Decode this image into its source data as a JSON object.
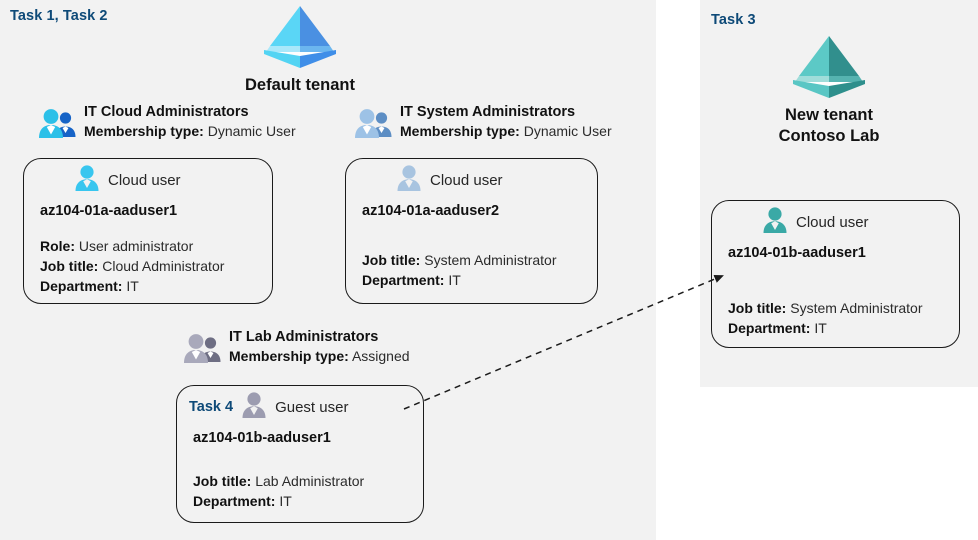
{
  "colors": {
    "panel_bg": "#f2f2f2",
    "page_bg": "#ffffff",
    "task_label": "#0e4a78",
    "card_border": "#1b1b1b",
    "tenant_blue_light": "#54d7f5",
    "tenant_blue_dark": "#3e8ee8",
    "tenant_teal_light": "#59c6c4",
    "tenant_teal_dark": "#2e8f8c",
    "group_cyan": "#2cc0e8",
    "group_blue": "#1663c7",
    "group_lightblue": "#9dc2e6",
    "group_steel": "#5d8ec4",
    "group_gray": "#a9a9bb",
    "group_gray_dark": "#6e6e83",
    "user_cyan": "#38c6ef",
    "user_lightblue": "#a8c4e0",
    "user_gray": "#9c9cb0",
    "user_teal": "#3aa9a6"
  },
  "left_panel": {
    "task_label": "Task 1, Task 2",
    "tenant": {
      "icon": "azure-ad-tenant-icon",
      "name": "Default tenant"
    },
    "groups": [
      {
        "icon": "user-group-icon",
        "name": "IT Cloud Administrators",
        "meta_label": "Membership type:",
        "meta_value": "Dynamic User",
        "card": {
          "user_icon": "cloud-user-icon",
          "user_type": "Cloud user",
          "user_name": "az104-01a-aaduser1",
          "props": [
            {
              "label": "Role:",
              "value": "User administrator"
            },
            {
              "label": "Job title:",
              "value": "Cloud Administrator"
            },
            {
              "label": "Department:",
              "value": "IT"
            }
          ]
        }
      },
      {
        "icon": "user-group-icon",
        "name": "IT System Administrators",
        "meta_label": "Membership type:",
        "meta_value": "Dynamic User",
        "card": {
          "user_icon": "cloud-user-icon",
          "user_type": "Cloud user",
          "user_name": "az104-01a-aaduser2",
          "props": [
            {
              "label": "Job title:",
              "value": "System Administrator"
            },
            {
              "label": "Department:",
              "value": "IT"
            }
          ]
        }
      },
      {
        "icon": "user-group-icon",
        "name": "IT Lab Administrators",
        "meta_label": "Membership type:",
        "meta_value": "Assigned",
        "card": {
          "task_label": "Task 4",
          "user_icon": "guest-user-icon",
          "user_type": "Guest user",
          "user_name": "az104-01b-aaduser1",
          "props": [
            {
              "label": "Job title:",
              "value": "Lab Administrator"
            },
            {
              "label": "Department:",
              "value": "IT"
            }
          ]
        }
      }
    ]
  },
  "right_panel": {
    "task_label": "Task 3",
    "tenant": {
      "icon": "azure-ad-tenant-icon",
      "name_line1": "New  tenant",
      "name_line2": "Contoso Lab"
    },
    "card": {
      "user_icon": "cloud-user-icon",
      "user_type": "Cloud user",
      "user_name": "az104-01b-aaduser1",
      "props": [
        {
          "label": "Job title:",
          "value": "System Administrator"
        },
        {
          "label": "Department:",
          "value": "IT"
        }
      ]
    }
  },
  "connector": {
    "name": "guest-user-invitation-arrow",
    "style": "dashed-arrow"
  }
}
